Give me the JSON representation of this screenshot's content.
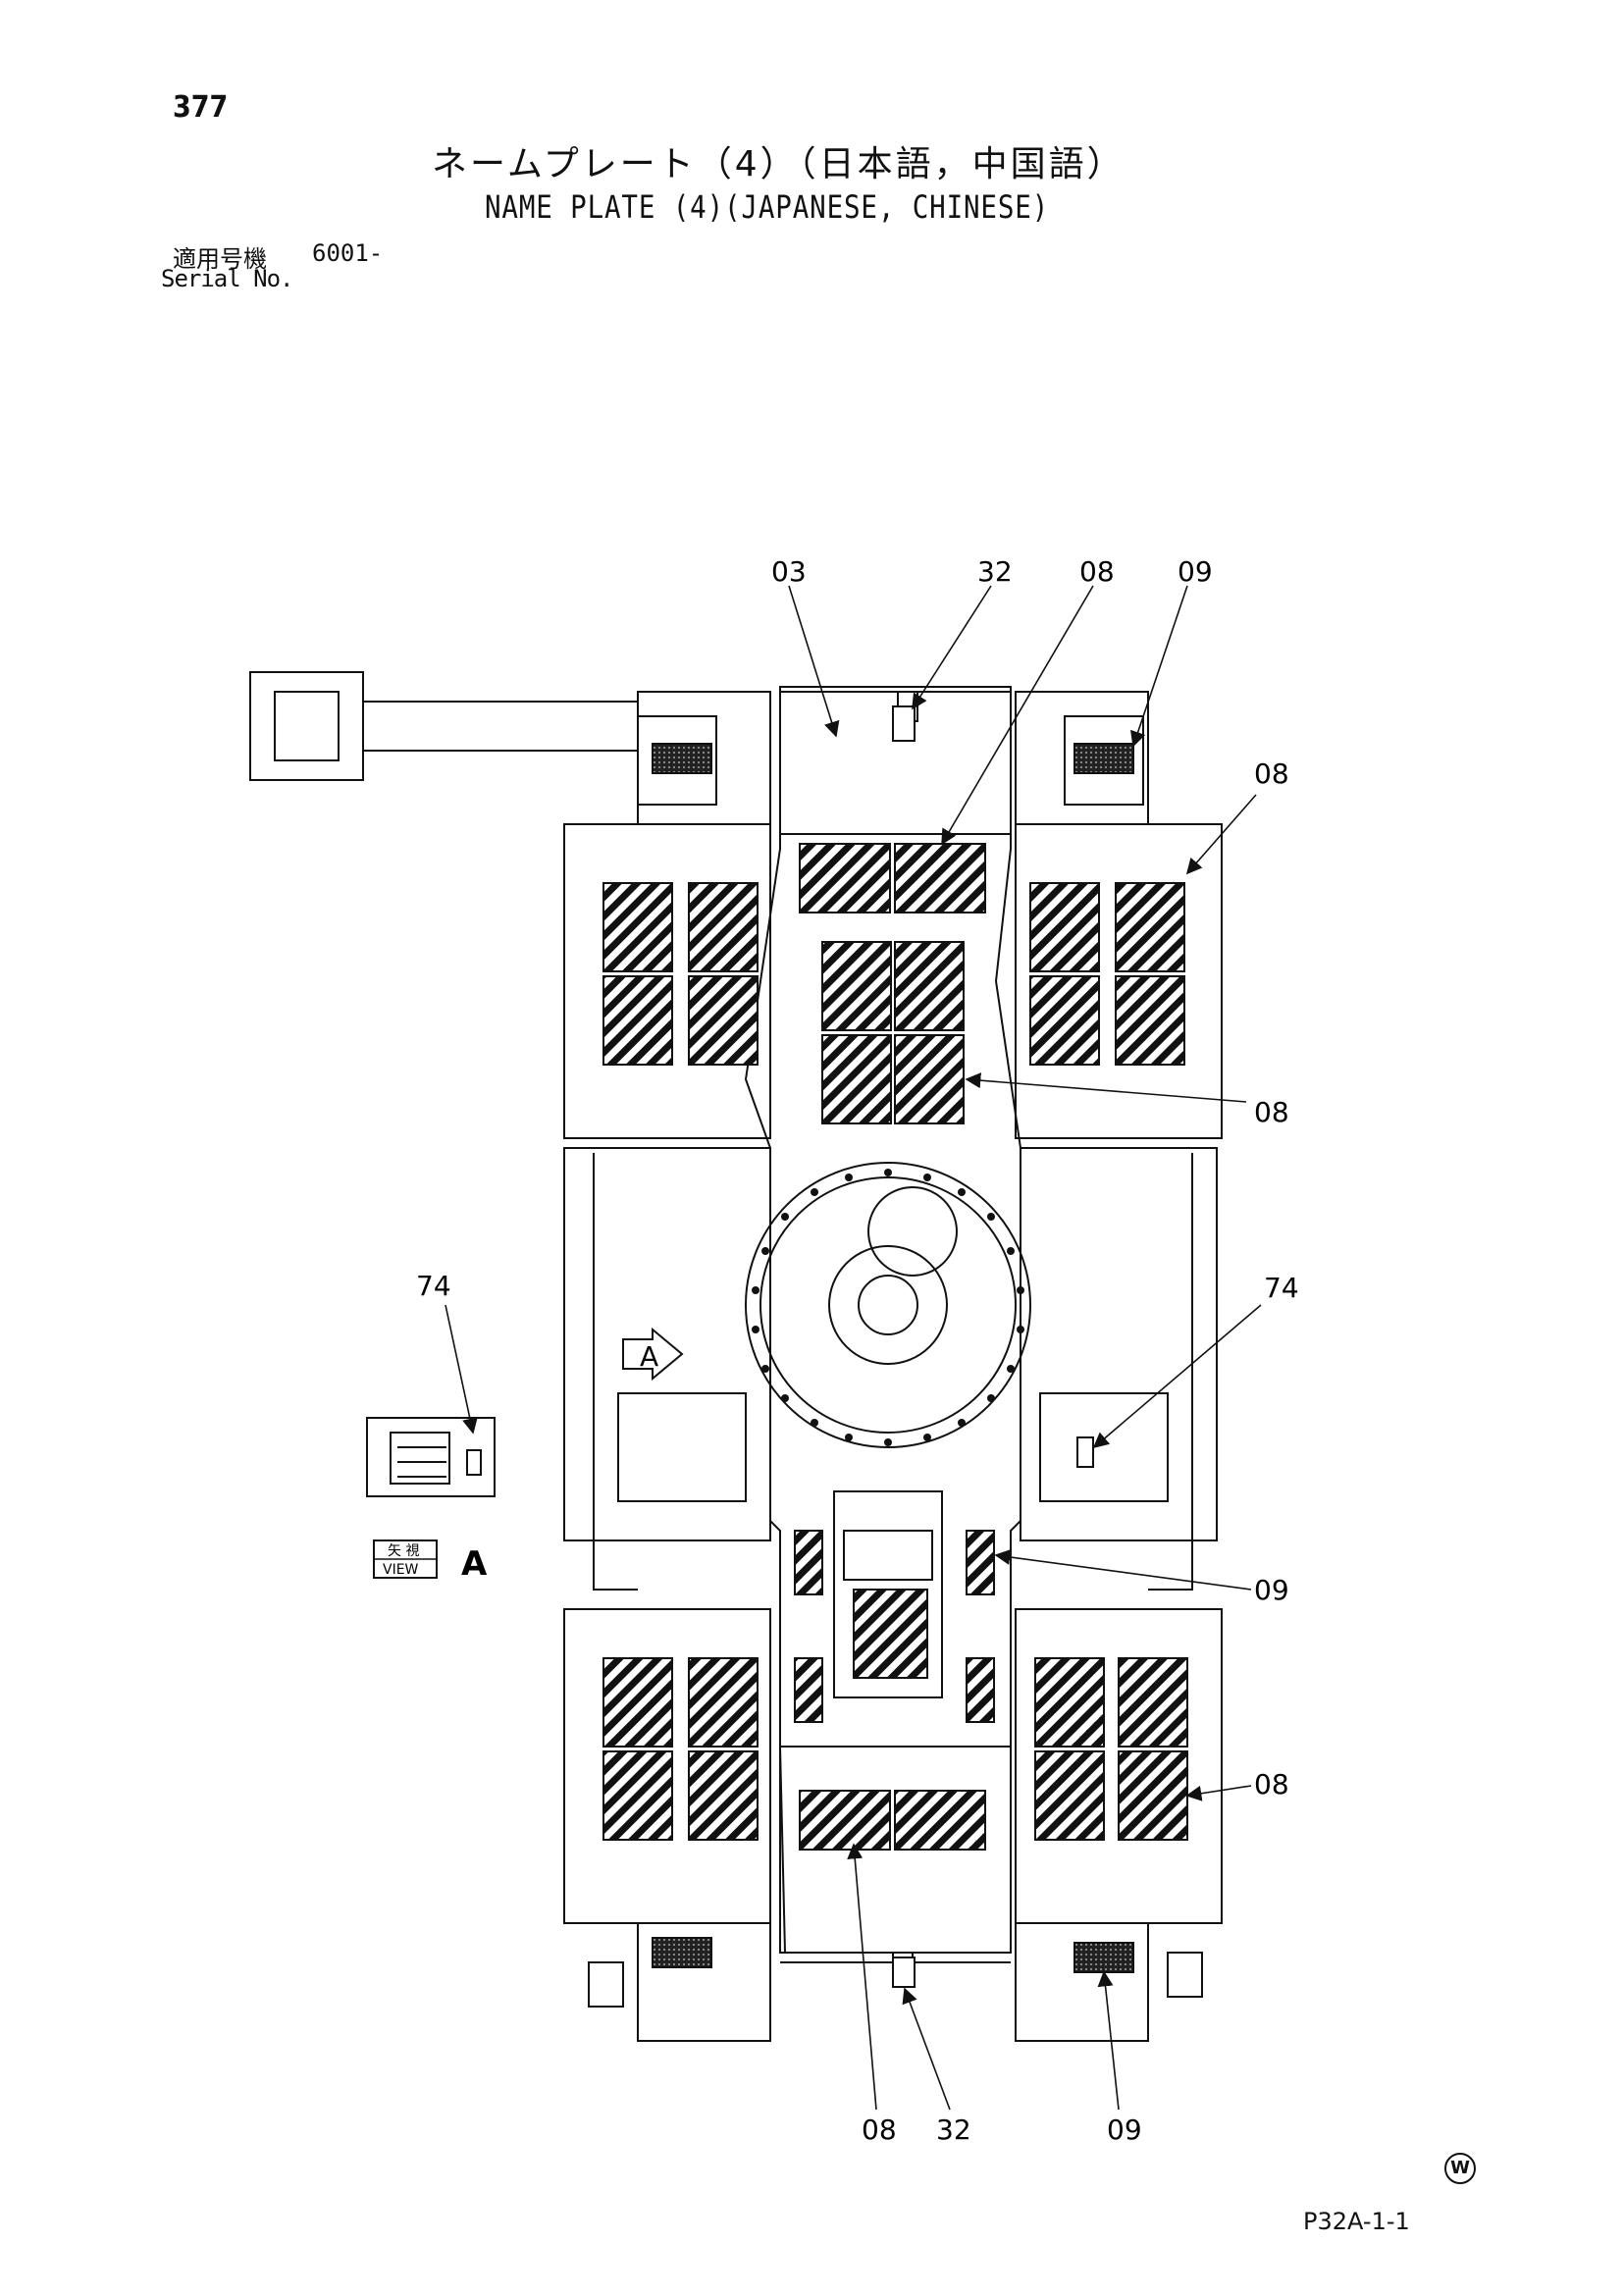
{
  "page": {
    "number": "377",
    "title_jp": "ネームプレート（4）（日本語，中国語）",
    "title_en": "NAME PLATE (4)(JAPANESE, CHINESE)",
    "serial_label_jp": "適用号機",
    "serial_value": "6001-",
    "serial_label_en": "Serial No.",
    "sheet_code": "P32A-1-1",
    "corner_mark": "W"
  },
  "diagram": {
    "callouts": {
      "c03_top": "03",
      "c32_top": "32",
      "c08_top": "08",
      "c09_top": "09",
      "c08_right1": "08",
      "c08_right2": "08",
      "c74_left": "74",
      "c74_right": "74",
      "c09_mid": "09",
      "c08_right3": "08",
      "c08_bottom": "08",
      "c32_bottom": "32",
      "c09_bottom": "09"
    },
    "view_marker": "A",
    "view_label_jp": "矢 視",
    "view_label_en": "VIEW",
    "view_letter": "A"
  }
}
